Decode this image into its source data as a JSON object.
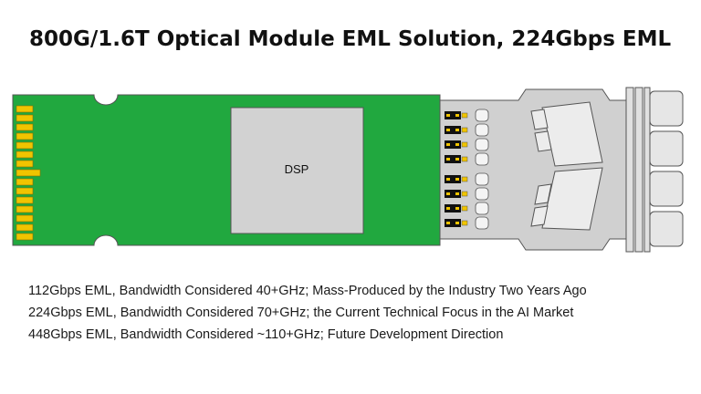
{
  "title": "800G/1.6T Optical Module EML Solution, 224Gbps EML",
  "diagram": {
    "dsp_label": "DSP",
    "eml_chip_count": 8,
    "fiber_port_count": 4
  },
  "descriptions": [
    "112Gbps EML, Bandwidth Considered 40+GHz; Mass-Produced by the Industry Two Years Ago",
    "224Gbps EML, Bandwidth Considered 70+GHz; the Current Technical Focus in the AI Market",
    "448Gbps EML, Bandwidth Considered ~110+GHz; Future Development Direction"
  ],
  "colors": {
    "pcb": "#21a83f",
    "dsp": "#d2d2d2",
    "optics": "#cfcfcf",
    "fingers": "#f0c400",
    "outline": "#555555"
  }
}
